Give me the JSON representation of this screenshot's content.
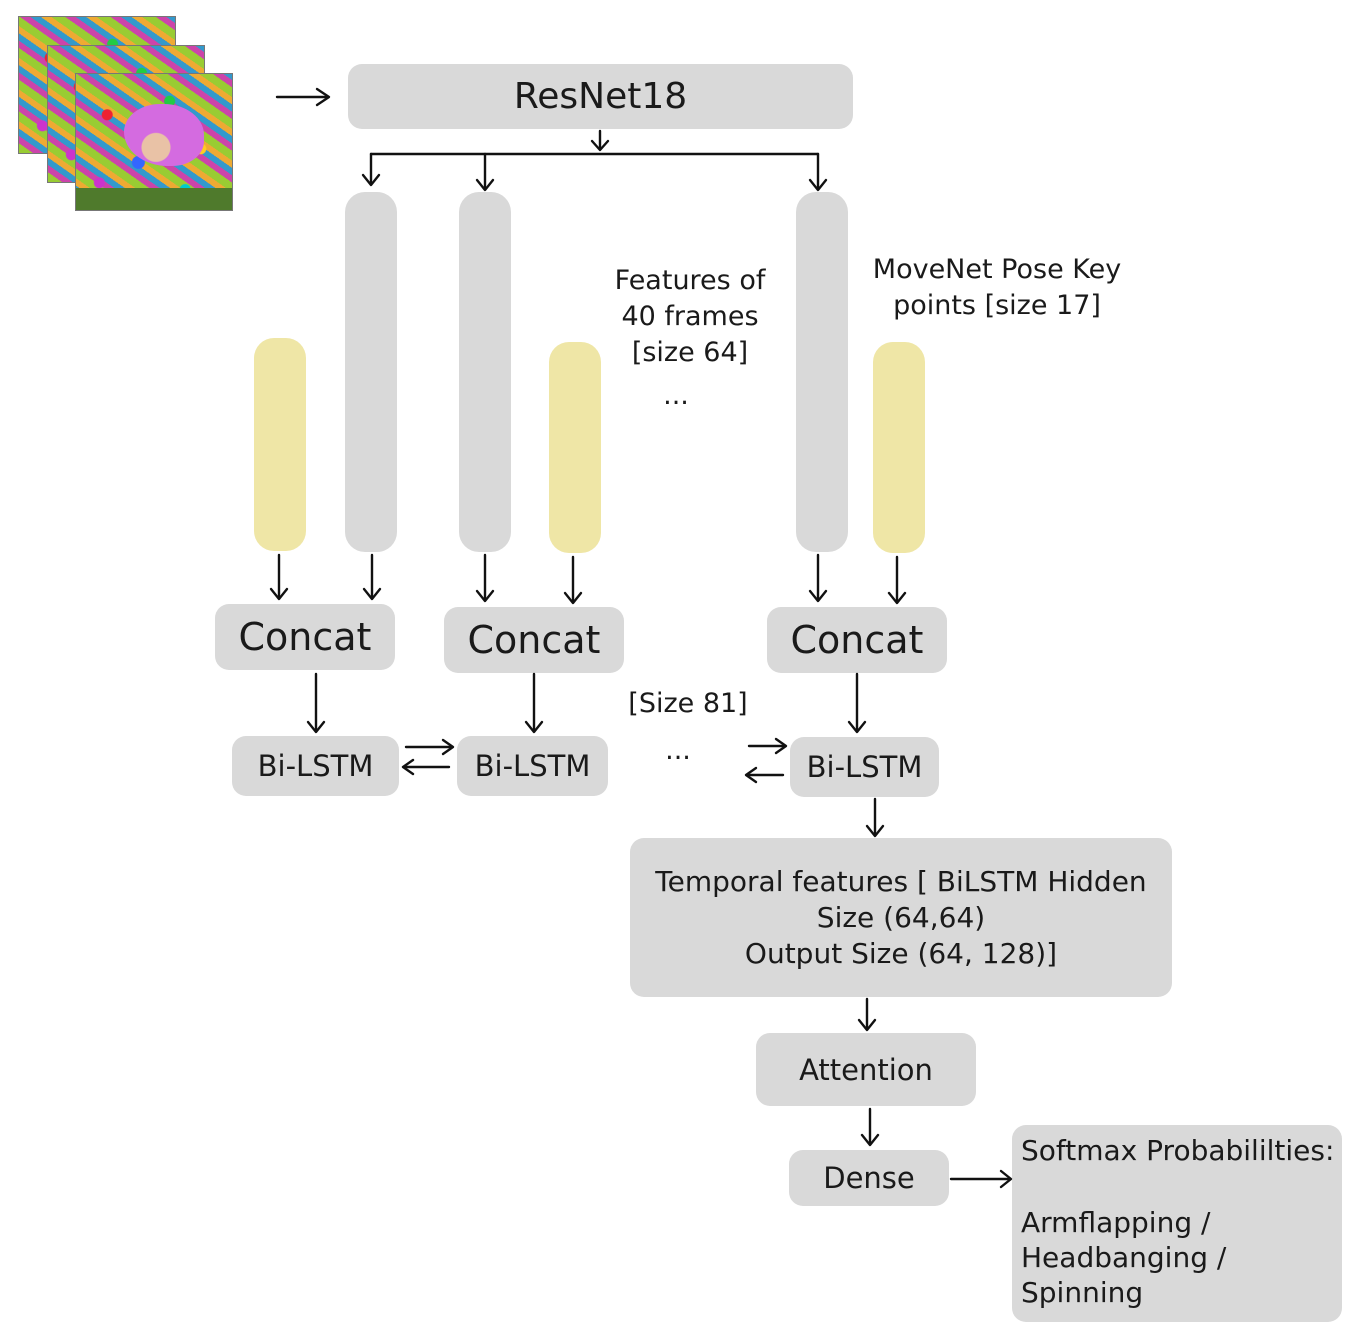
{
  "input": {
    "frames_image": "video-frames-image"
  },
  "resnet": {
    "label": "ResNet18"
  },
  "annotations": {
    "features": [
      "Features of",
      "40 frames",
      "[size 64]"
    ],
    "movenet": [
      "MoveNet Pose Key",
      "points [size 17]"
    ],
    "ellipsis_top": "...",
    "size81": "[Size 81]",
    "ellipsis_mid": "..."
  },
  "concat": [
    "Concat",
    "Concat",
    "Concat"
  ],
  "bilstm": [
    "Bi-LSTM",
    "Bi-LSTM",
    "Bi-LSTM"
  ],
  "temporal": {
    "lines": [
      "Temporal features [ BiLSTM Hidden",
      "Size (64,64)",
      "Output Size (64, 128)]"
    ]
  },
  "attention": {
    "label": "Attention"
  },
  "dense": {
    "label": "Dense"
  },
  "softmax": {
    "lines": [
      "Softmax Probabililties:",
      "",
      "Armflapping /",
      "Headbanging /",
      "Spinning"
    ]
  },
  "colors": {
    "box": "#d9d9d9",
    "pose_column": "#efe6a6",
    "arrow": "#111111"
  }
}
